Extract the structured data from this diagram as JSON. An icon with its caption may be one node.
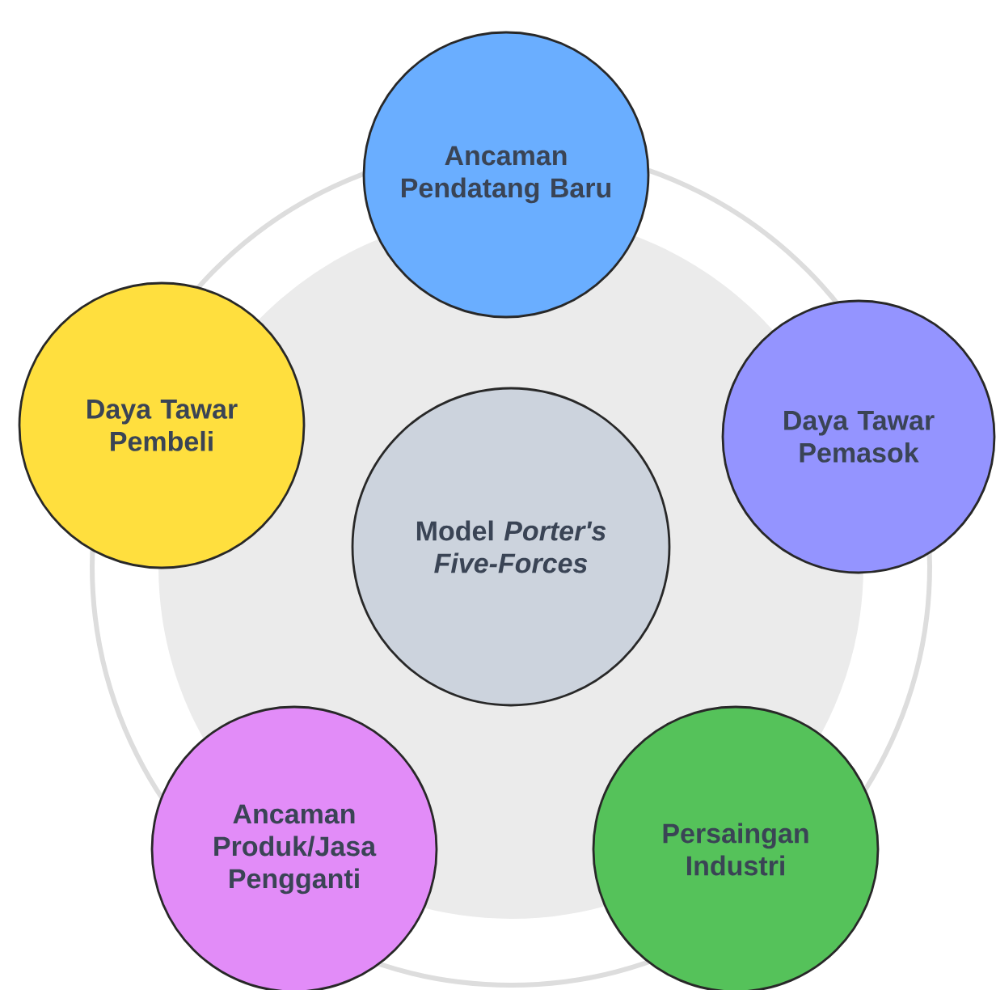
{
  "diagram": {
    "nodes": [
      {
        "text": [
          "Model *Porter's Five-Forces*"
        ]
      },
      {
        "text": [
          "Ancaman Pendatang Baru"
        ]
      },
      {
        "text": [
          "Daya Tawar Pemasok"
        ]
      },
      {
        "text": [
          "Persaingan Industri"
        ]
      },
      {
        "text": [
          "Ancaman Produk/Jasa Pengganti"
        ]
      },
      {
        "text": [
          "Daya Tawar Pembeli"
        ]
      }
    ]
  }
}
